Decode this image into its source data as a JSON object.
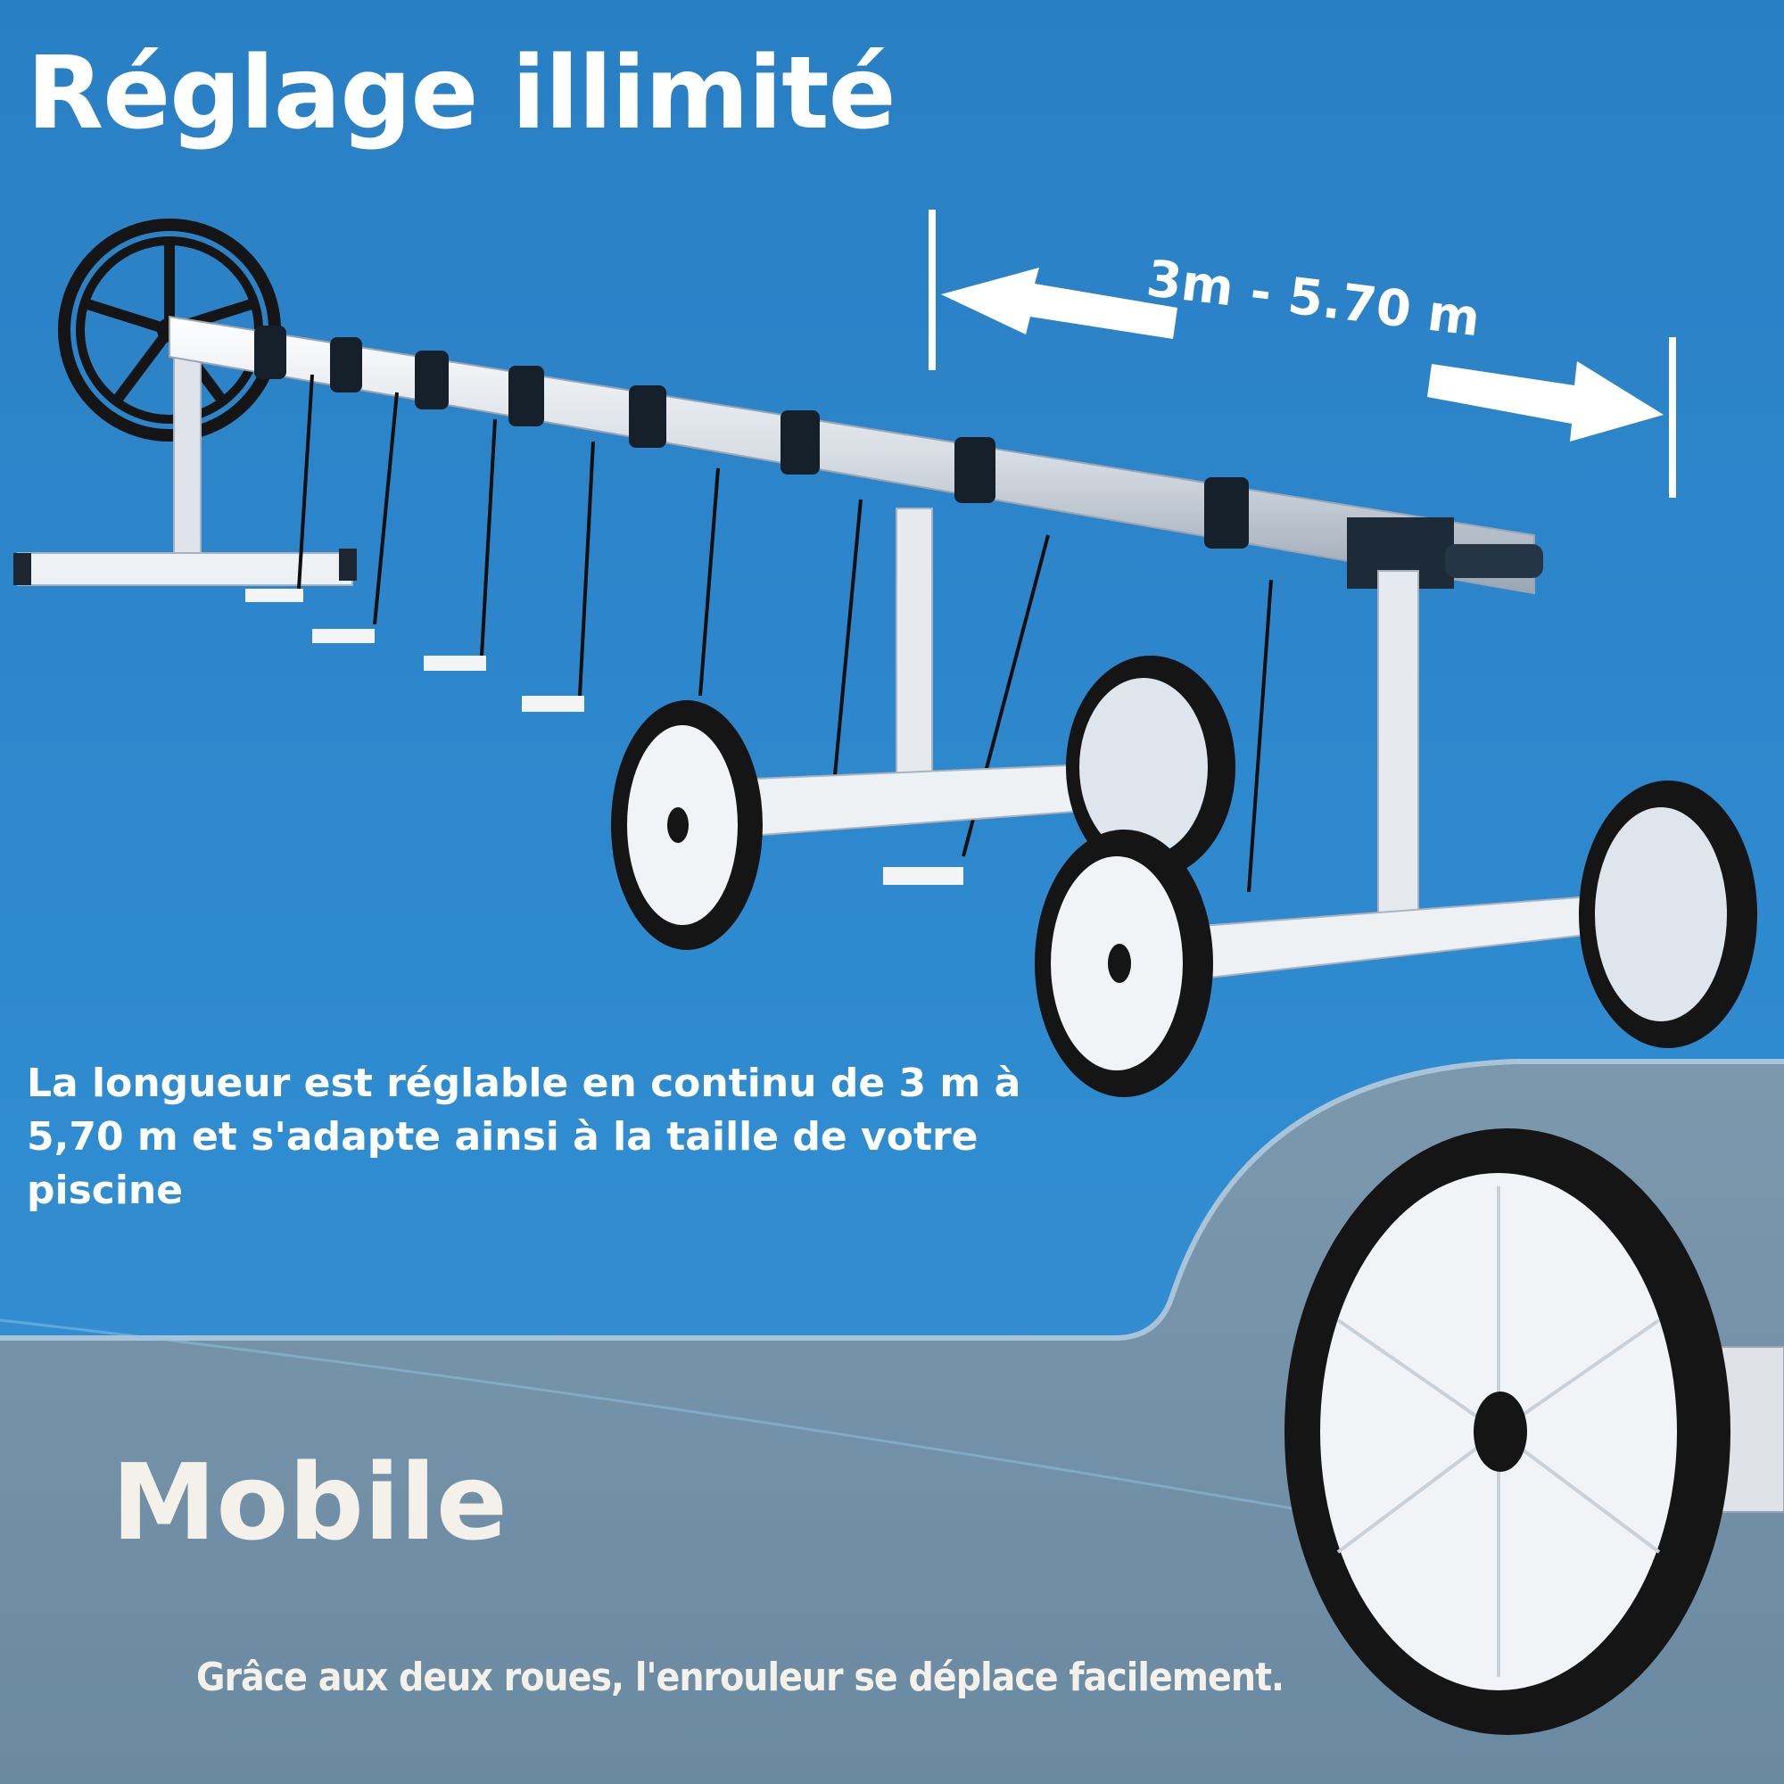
{
  "title": "Réglage illimité",
  "dimension": "3m - 5.70 m",
  "description": "La longueur est réglable en continu de 3 m à 5,70 m et s'adapte ainsi à la taille de votre piscine",
  "mobile_heading": "Mobile",
  "wheel_text": "Grâce aux deux roues, l'enrouleur se déplace facilement.",
  "colors": {
    "background": "#2b86c8",
    "lower_panel": "#6f8fa6",
    "tire": "#151515",
    "hub": "#f1f3f6"
  }
}
